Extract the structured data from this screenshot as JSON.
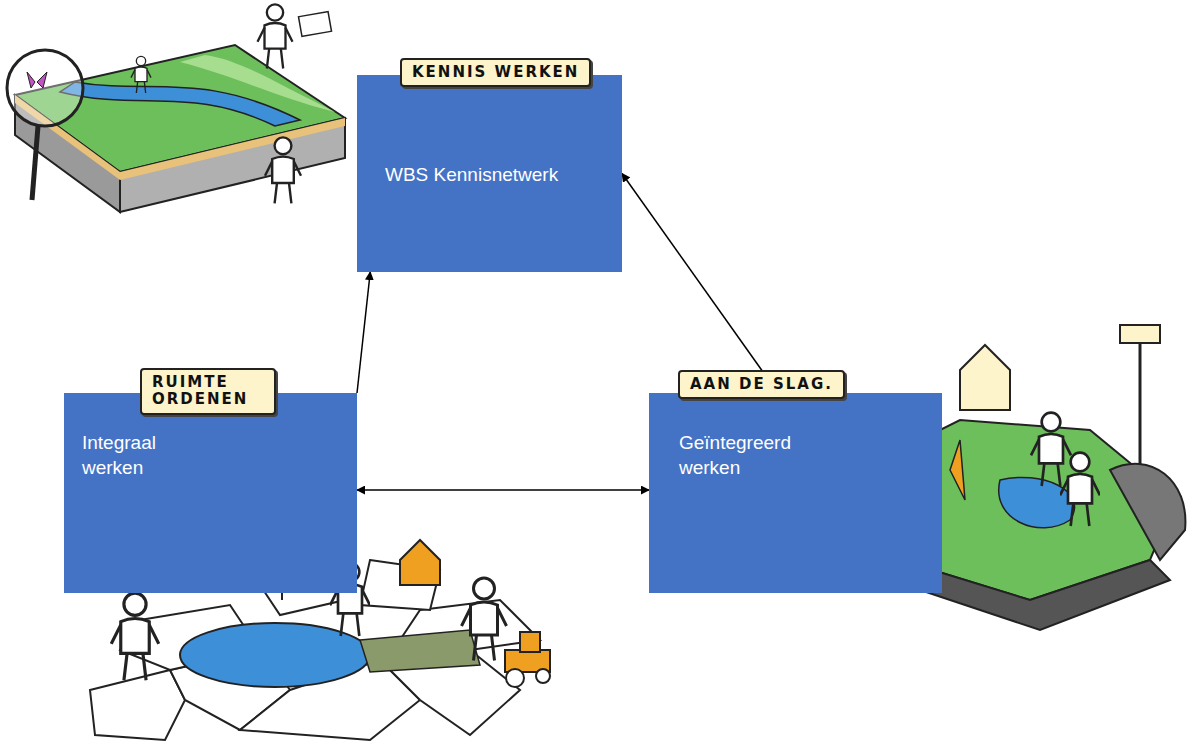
{
  "diagram": {
    "nodes": [
      {
        "text": [
          "KENNIS WERKEN",
          "WBS Kennisnetwerk"
        ]
      },
      {
        "text": [
          "RUIMTE ORDENEN",
          "Integraal werken"
        ]
      },
      {
        "text": [
          "AAN DE SLAG.",
          "Geïntegreerd werken"
        ]
      }
    ],
    "edges": [
      {
        "from": 1,
        "to": 0,
        "arrow": "to"
      },
      {
        "from": 2,
        "to": 0,
        "arrow": "to"
      },
      {
        "from": 1,
        "to": 2,
        "arrow": "both"
      }
    ]
  }
}
